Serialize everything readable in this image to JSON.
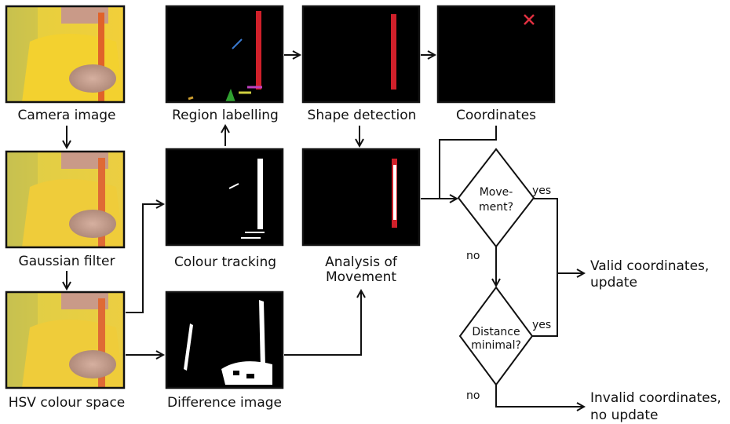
{
  "stages": {
    "camera": "Camera image",
    "gaussian": "Gaussian filter",
    "hsv": "HSV colour space",
    "region": "Region labelling",
    "colour_tracking": "Colour tracking",
    "difference": "Difference image",
    "shape": "Shape detection",
    "analysis_line1": "Analysis of",
    "analysis_line2": "Movement",
    "coordinates": "Coordinates"
  },
  "decisions": {
    "movement_line1": "Move-",
    "movement_line2": "ment?",
    "distance_line1": "Distance",
    "distance_line2": "minimal?"
  },
  "branches": {
    "yes1": "yes",
    "yes2": "yes",
    "no1": "no",
    "no2": "no"
  },
  "outcomes": {
    "valid_line1": "Valid coordinates,",
    "valid_line2": "update",
    "invalid_line1": "Invalid coordinates,",
    "invalid_line2": "no update"
  }
}
